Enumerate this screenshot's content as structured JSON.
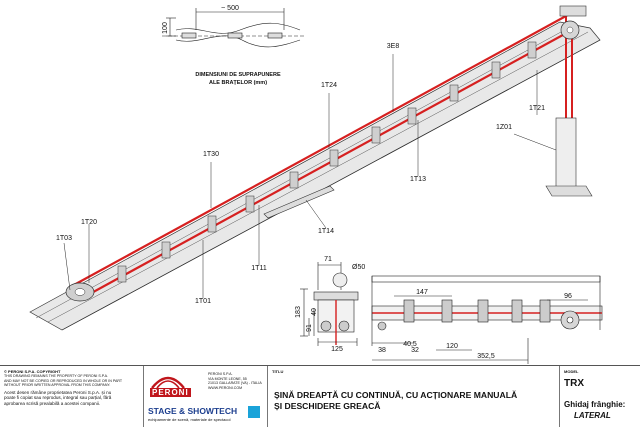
{
  "detail": {
    "dim_width": "~ 500",
    "dim_height": "100",
    "caption_line1": "DIMENSIUNI DE SUPRAPUNERE",
    "caption_line2": "ALE BRAȚELOR (mm)"
  },
  "callouts": [
    "3E8",
    "1T24",
    "1T21",
    "1Z01",
    "1T30",
    "1T13",
    "1T20",
    "1T03",
    "1T14",
    "1T11",
    "1T01"
  ],
  "section_dims": {
    "top": "71",
    "dia": "Ø50",
    "h1": "183",
    "h2": "91",
    "h3": "40",
    "bottom": "125"
  },
  "side_dims": {
    "d1": "147",
    "d2": "96",
    "d3": "38",
    "d4": "32",
    "d5": "120",
    "d6": "40,5",
    "d7": "352,5"
  },
  "title_block": {
    "copyright_title": "© PERONI S.P.A. COPYRIGHT",
    "copyright_lines": [
      "THIS DRAWING REMAINS THE PROPERTY OF PERONI S.P.A.",
      "AND MAY NOT BE COPIED OR REPRODUCED IN WHOLE OR IN PART",
      "WITHOUT PRIOR WRITTEN APPROVAL FROM THIS COMPANY."
    ],
    "ro_lines": [
      "Acest desen rămâne proprietatea Peroni S.p.A. și nu",
      "poate fi copiat sau reprodus, integral sau parțial, fără",
      "aprobarea scrisă prealabilă a acestei companii."
    ],
    "brand": "PERONI",
    "address_lines": [
      "PERONI S.P.A.",
      "VIA MONTE LEONE, 55",
      "21013 GALLARATE (VA) - ITALIA",
      "www.peroni.com"
    ],
    "stage_brand": "STAGE & SHOWTECH",
    "stage_sub": "echipamente de scenă, materiale de spectacol",
    "title_label": "TITLU",
    "title_line1": "ȘINĂ DREAPTĂ CU CONTINUĂ, CU ACȚIONARE MANUALĂ",
    "title_line2": "ȘI DESCHIDERE GREACĂ",
    "model_label": "MODEL",
    "model": "TRX",
    "guide_label": "Ghidaj frânghie:",
    "guide_value": "LATERAL"
  },
  "colors": {
    "rope": "#d62020",
    "line": "#222222",
    "brand_red": "#c0161c",
    "stage_blue": "#1d3f8f",
    "stage_cyan": "#1aa3d9"
  }
}
